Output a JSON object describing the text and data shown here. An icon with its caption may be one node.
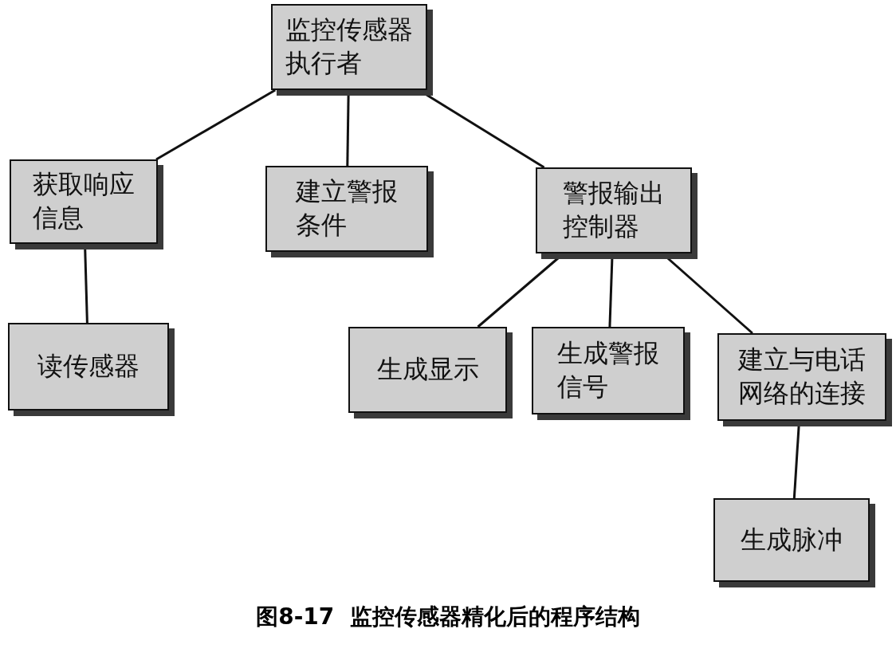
{
  "diagram": {
    "caption": "图8-17  监控传感器精化后的程序结构",
    "nodes": [
      {
        "text": [
          "监控传感器执行者"
        ]
      },
      {
        "text": [
          "获取响应信息"
        ]
      },
      {
        "text": [
          "建立警报条件"
        ]
      },
      {
        "text": [
          "警报输出控制器"
        ]
      },
      {
        "text": [
          "读传感器"
        ]
      },
      {
        "text": [
          "生成显示"
        ]
      },
      {
        "text": [
          "生成警报信号"
        ]
      },
      {
        "text": [
          "建立与电话网络的连接"
        ]
      },
      {
        "text": [
          "生成脉冲"
        ]
      }
    ],
    "edges": [
      {
        "from": 0,
        "to": 1,
        "arrow": "none"
      },
      {
        "from": 0,
        "to": 2,
        "arrow": "none"
      },
      {
        "from": 0,
        "to": 3,
        "arrow": "none"
      },
      {
        "from": 1,
        "to": 4,
        "arrow": "none"
      },
      {
        "from": 3,
        "to": 5,
        "arrow": "none"
      },
      {
        "from": 3,
        "to": 6,
        "arrow": "none"
      },
      {
        "from": 3,
        "to": 7,
        "arrow": "none"
      },
      {
        "from": 7,
        "to": 8,
        "arrow": "none"
      }
    ]
  }
}
